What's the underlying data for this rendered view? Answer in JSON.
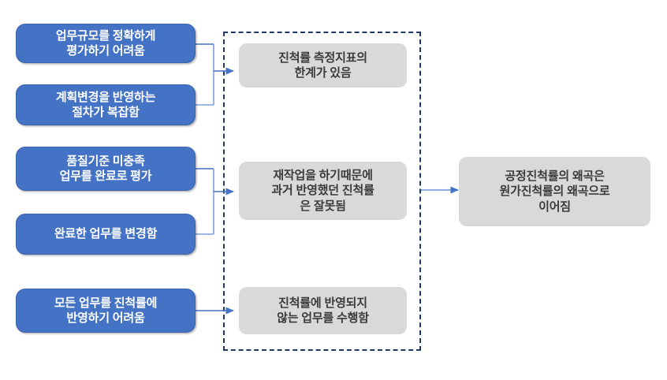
{
  "diagram": {
    "type": "cause-effect-flow",
    "title": "",
    "colors": {
      "cause_fill": "#4472C4",
      "cause_text": "#FFFFFF",
      "effect_fill": "#D9D9D9",
      "effect_text": "#3B3B3B",
      "connector": "#4472C4",
      "group_border": "#1F3864"
    },
    "causes": [
      {
        "id": "cause-1",
        "label": "업무규모를 정확하게\n평가하기 어려움"
      },
      {
        "id": "cause-2",
        "label": "계획변경을 반영하는\n절차가 복잡함"
      },
      {
        "id": "cause-3",
        "label": "품질기준 미충족\n업무를 완료로 평가"
      },
      {
        "id": "cause-4",
        "label": "완료한 업무를 변경함"
      },
      {
        "id": "cause-5",
        "label": "모든 업무를 진척률에\n반영하기 어려움"
      }
    ],
    "effects": [
      {
        "id": "effect-1",
        "label": "진척률 측정지표의\n한계가 있음"
      },
      {
        "id": "effect-2",
        "label": "재작업을 하기때문에\n과거 반영했던 진척률\n은 잘못됨"
      },
      {
        "id": "effect-3",
        "label": "진척률에 반영되지\n않는 업무를 수행함"
      }
    ],
    "conclusion": {
      "id": "conclusion",
      "label": "공정진척률의 왜곡은\n원가진척률의 왜곡으로\n이어짐"
    }
  }
}
